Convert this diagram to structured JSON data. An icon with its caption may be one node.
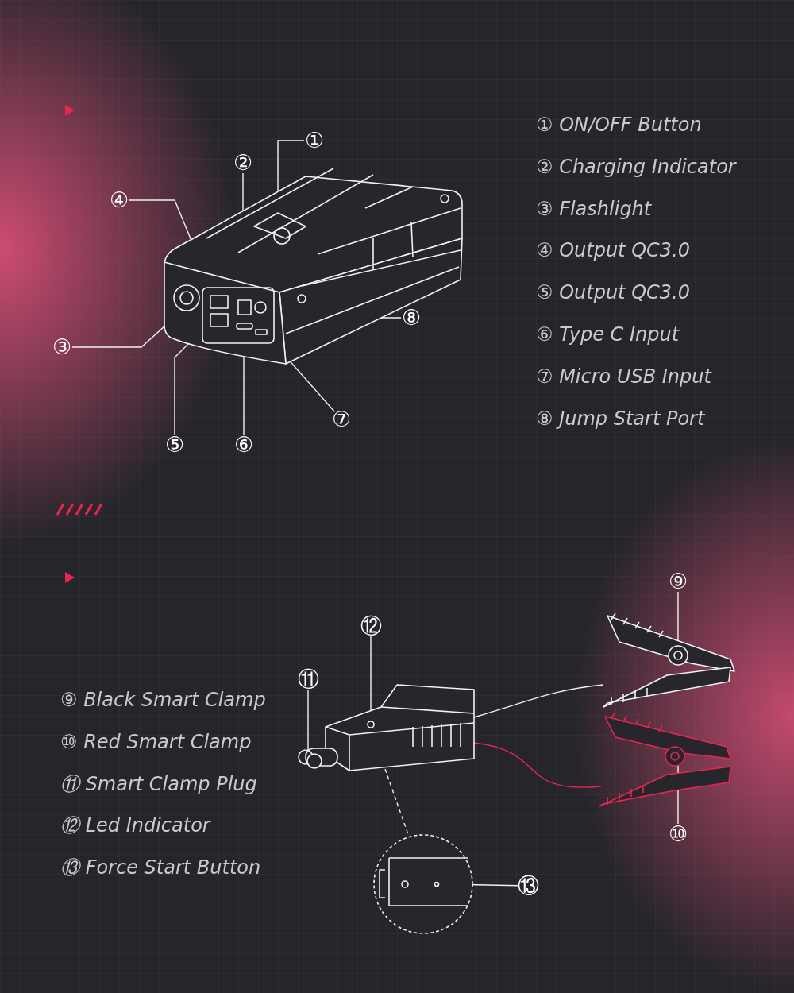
{
  "diagram": {
    "nodes": [
      {
        "text": [
          "①"
        ]
      },
      {
        "text": [
          "②"
        ]
      },
      {
        "text": [
          "③"
        ]
      },
      {
        "text": [
          "④"
        ]
      },
      {
        "text": [
          "⑤"
        ]
      },
      {
        "text": [
          "⑥"
        ]
      },
      {
        "text": [
          "⑦"
        ]
      },
      {
        "text": [
          "⑧"
        ]
      },
      {
        "text": [
          "⑨"
        ]
      },
      {
        "text": [
          "⑩"
        ]
      },
      {
        "text": [
          "⑪"
        ]
      },
      {
        "text": [
          "⑫"
        ]
      },
      {
        "text": [
          "⑬"
        ]
      },
      {
        "text": [],
        "shape": "picture"
      },
      {
        "text": [],
        "shape": "picture"
      },
      {
        "text": [],
        "shape": "picture"
      },
      {
        "text": [],
        "shape": "picture"
      },
      {
        "text": [],
        "shape": "circle"
      }
    ],
    "edges": [
      {
        "from": 0,
        "to": 13,
        "arrow": "none"
      },
      {
        "from": 1,
        "to": 13,
        "arrow": "none"
      },
      {
        "from": 2,
        "to": 13,
        "arrow": "none"
      },
      {
        "from": 3,
        "to": 13,
        "arrow": "none"
      },
      {
        "from": 4,
        "to": 13,
        "arrow": "none"
      },
      {
        "from": 5,
        "to": 13,
        "arrow": "none"
      },
      {
        "from": 6,
        "to": 13,
        "arrow": "none"
      },
      {
        "from": 7,
        "to": 13,
        "arrow": "none"
      },
      {
        "from": 8,
        "to": 15,
        "arrow": "none"
      },
      {
        "from": 9,
        "to": 16,
        "arrow": "none"
      },
      {
        "from": 10,
        "to": 14,
        "arrow": "none"
      },
      {
        "from": 11,
        "to": 14,
        "arrow": "none"
      },
      {
        "from": 12,
        "to": 17,
        "arrow": "none"
      },
      {
        "from": 14,
        "to": 17,
        "arrow": "none",
        "style": "dashed"
      },
      {
        "from": 14,
        "to": 15,
        "arrow": "none"
      },
      {
        "from": 14,
        "to": 16,
        "arrow": "none",
        "color": "#e8264f"
      }
    ],
    "labels": [
      "① ON/OFF Button",
      "② Charging Indicator",
      "③ Flashlight",
      "④ Output QC3.0",
      "⑤ Output QC3.0",
      "⑥ Type C Input",
      "⑦ Micro USB Input",
      "⑧ Jump Start Port",
      "⑨ Black Smart Clamp",
      "⑩ Red Smart Clamp",
      "⑪ Smart Clamp Plug",
      "⑫ Led Indicator",
      "⑬ Force Start Button"
    ]
  }
}
